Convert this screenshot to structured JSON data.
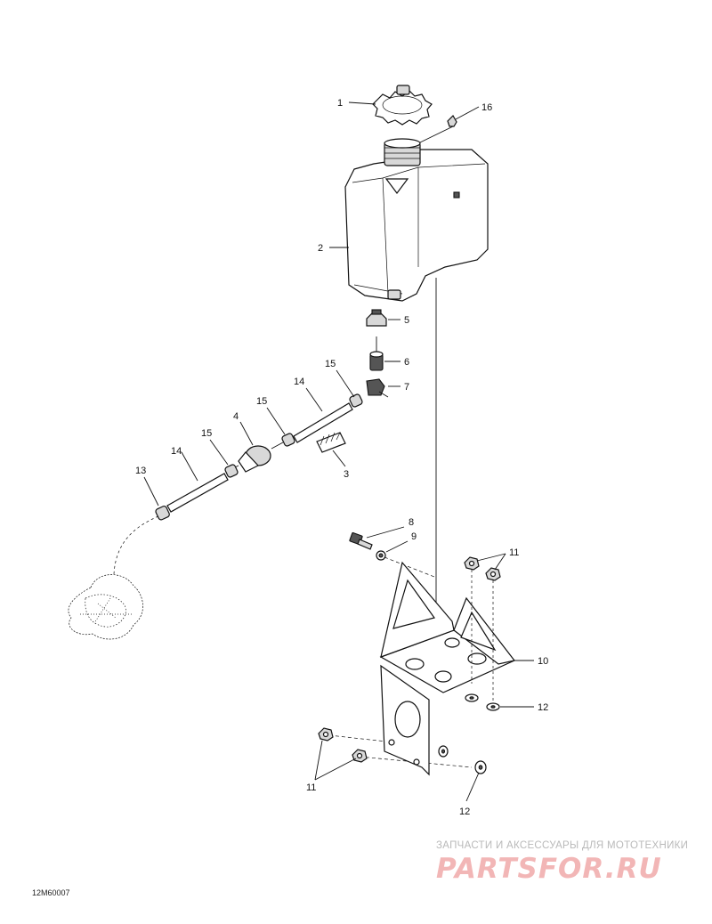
{
  "callouts": {
    "c1": "1",
    "c16": "16",
    "c2": "2",
    "c5": "5",
    "c6": "6",
    "c7": "7",
    "c15a": "15",
    "c14a": "14",
    "c15b": "15",
    "c4": "4",
    "c3": "3",
    "c15c": "15",
    "c14b": "14",
    "c13": "13",
    "c8": "8",
    "c9": "9",
    "c11a": "11",
    "c10": "10",
    "c12a": "12",
    "c11b": "11",
    "c12b": "12"
  },
  "watermark": {
    "caption": "ЗАПЧАСТИ И АКСЕССУАРЫ ДЛЯ МОТОТЕХНИКИ",
    "logo": "PARTSFOR.RU"
  },
  "reference_code": "12M60007",
  "colors": {
    "ink": "#111111",
    "watermark_text": "#b9b9b9",
    "watermark_logo": "#f2b6b6"
  }
}
